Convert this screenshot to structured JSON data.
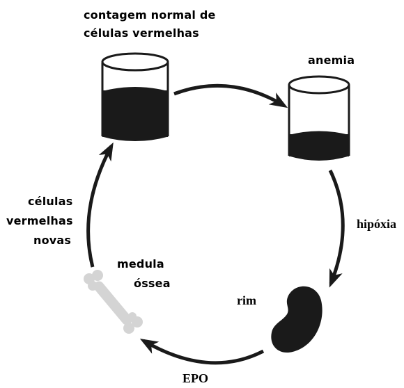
{
  "labels": {
    "normal_count_line1": "contagem normal de",
    "normal_count_line2": "células vermelhas",
    "anemia": "anemia",
    "hypoxia": "hipóxia",
    "kidney": "rim",
    "epo": "EPO",
    "marrow_line1": "medula",
    "marrow_line2": "óssea",
    "new_cells_line1": "células",
    "new_cells_line2": "vermelhas",
    "new_cells_line3": "novas"
  },
  "colors": {
    "ink": "#1a1a1a",
    "bone": "#d4d4d4",
    "background": "#ffffff"
  },
  "icons": {
    "beaker_normal": "beaker-icon",
    "beaker_anemia": "beaker-icon",
    "kidney": "kidney-icon",
    "bone": "bone-icon"
  }
}
